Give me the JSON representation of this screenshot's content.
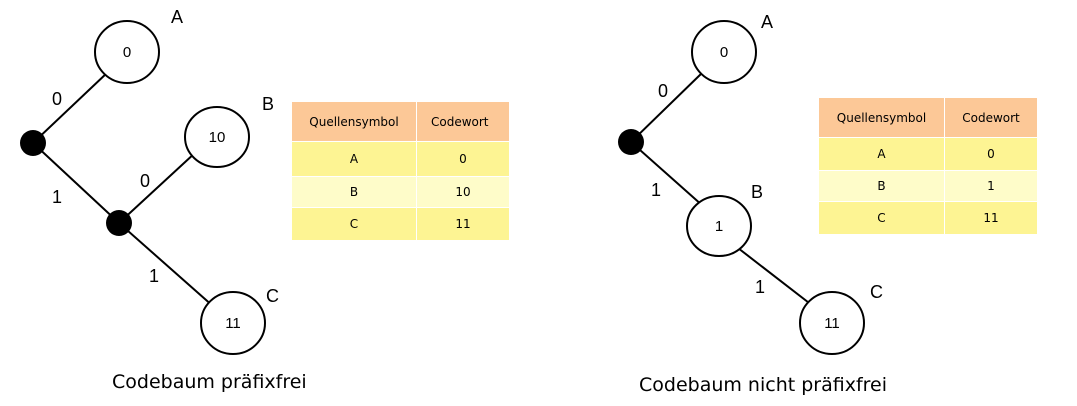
{
  "left": {
    "nodes": {
      "a": "0",
      "b": "10",
      "c": "11"
    },
    "symbols": {
      "a": "A",
      "b": "B",
      "c": "C"
    },
    "edges": {
      "root_up": "0",
      "root_down": "1",
      "mid_up": "0",
      "mid_down": "1"
    },
    "table": {
      "headers": [
        "Quellensymbol",
        "Codewort"
      ],
      "rows": [
        [
          "A",
          "0"
        ],
        [
          "B",
          "10"
        ],
        [
          "C",
          "11"
        ]
      ]
    },
    "caption": "Codebaum präfixfrei"
  },
  "right": {
    "nodes": {
      "a": "0",
      "b": "1",
      "c": "11"
    },
    "symbols": {
      "a": "A",
      "b": "B",
      "c": "C"
    },
    "edges": {
      "root_up": "0",
      "root_down": "1",
      "b_down": "1"
    },
    "table": {
      "headers": [
        "Quellensymbol",
        "Codewort"
      ],
      "rows": [
        [
          "A",
          "0"
        ],
        [
          "B",
          "1"
        ],
        [
          "C",
          "11"
        ]
      ]
    },
    "caption": "Codebaum nicht präfixfrei"
  },
  "colors": {
    "header": "#fcc897",
    "row_yellow": "#fdf493",
    "row_light": "#fefcc9"
  }
}
